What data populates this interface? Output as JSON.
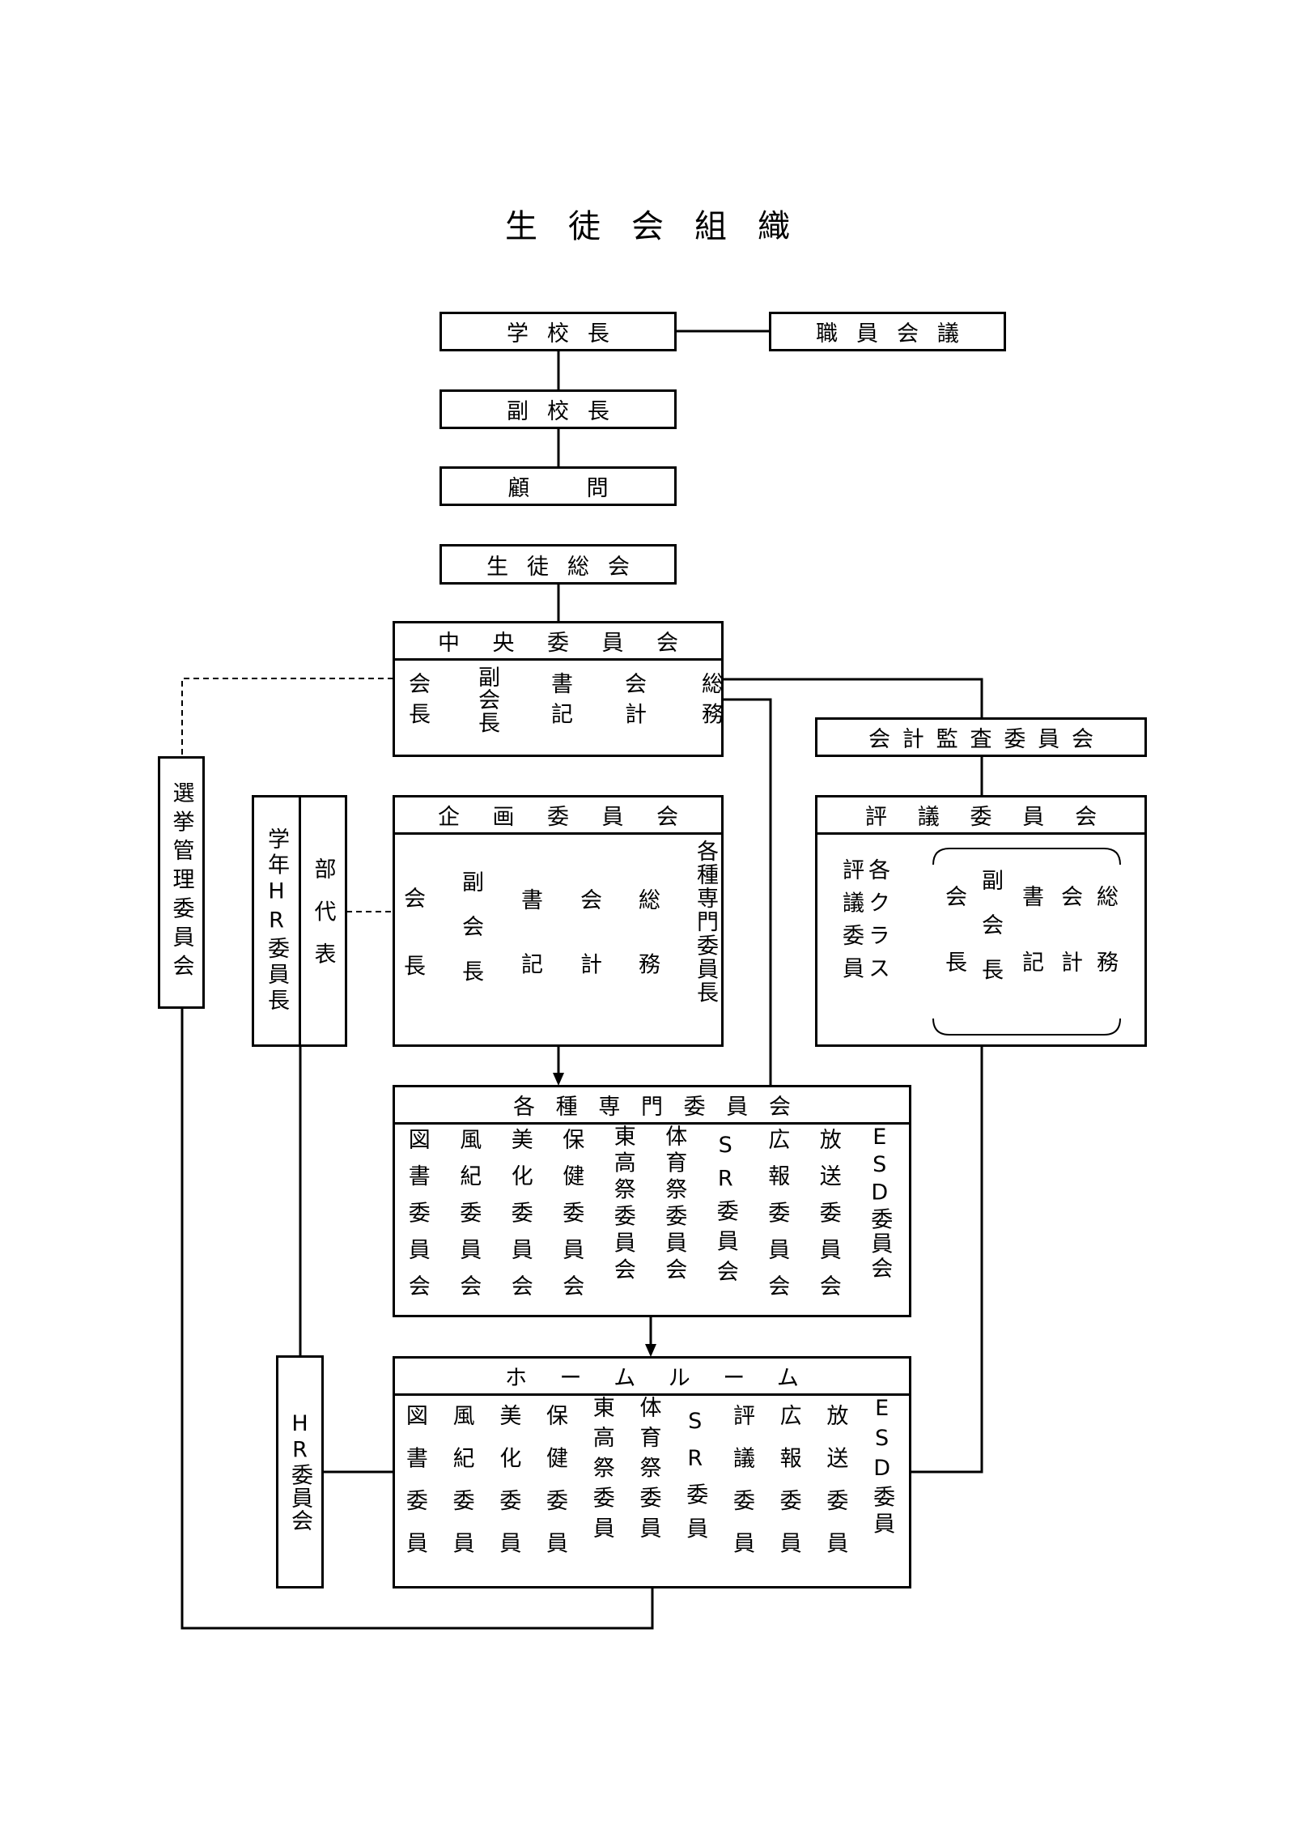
{
  "title": "生徒会組織",
  "top": {
    "principal": "学校長",
    "staff_meeting": "職員会議",
    "vice_principal": "副校長",
    "advisor": "顧問",
    "general_assembly": "生徒総会"
  },
  "central": {
    "title": "中央委員会",
    "members": [
      "会長",
      "副会長",
      "書記",
      "会計",
      "総務"
    ]
  },
  "audit": {
    "title": "会計監査委員会"
  },
  "election": {
    "title": "選挙管理委員会"
  },
  "grade_hr": {
    "title": "学年HR委員長"
  },
  "club_rep": {
    "title": "部代表"
  },
  "planning": {
    "title": "企画委員会",
    "members": [
      "会長",
      "副会長",
      "書記",
      "会計",
      "総務",
      "各種専門委員長"
    ]
  },
  "council": {
    "title": "評議委員会",
    "left_a": "評議委員",
    "left_b": "各クラス",
    "members": [
      "会長",
      "副会長",
      "書記",
      "会計",
      "総務"
    ]
  },
  "committees": {
    "title": "各種専門委員会",
    "items": [
      "図書委員会",
      "風紀委員会",
      "美化委員会",
      "保健委員会",
      "東高祭委員会",
      "体育祭委員会",
      "SR委員会",
      "広報委員会",
      "放送委員会",
      "ESD委員会"
    ]
  },
  "homeroom": {
    "title": "ホームルーム",
    "items": [
      "図書委員",
      "風紀委員",
      "美化委員",
      "保健委員",
      "東高祭委員",
      "体育祭委員",
      "SR委員",
      "評議委員",
      "広報委員",
      "放送委員",
      "ESD委員"
    ]
  },
  "hr_committee": {
    "title": "HR委員会"
  }
}
